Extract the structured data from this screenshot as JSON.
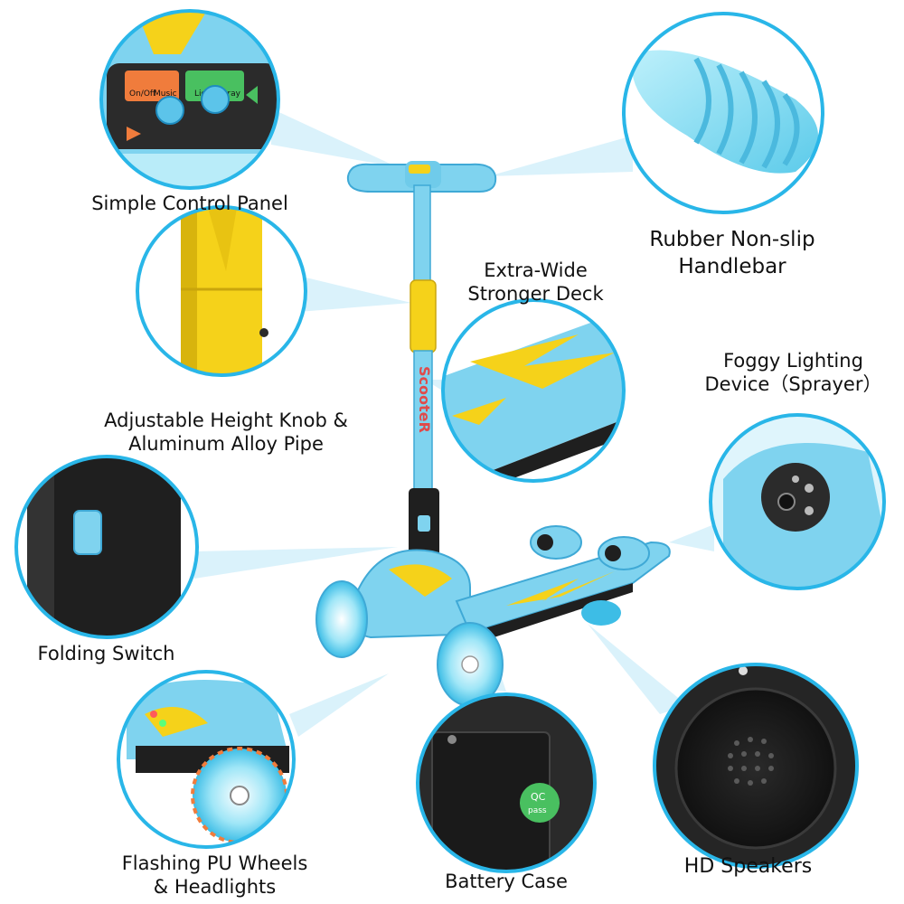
{
  "colors": {
    "circle_border": "#29b6e8",
    "scooter_blue": "#7fd3ef",
    "scooter_blue_dark": "#3fa9d6",
    "accent_yellow": "#f5d21a",
    "dark": "#1f1f1f",
    "beam": "#bfe9f7"
  },
  "labels": {
    "control_panel": "Simple Control Panel",
    "handlebar_1": "Rubber Non-slip",
    "handlebar_2": "Handlebar",
    "deck_1": "Extra-Wide",
    "deck_2": "Stronger Deck",
    "knob_1": "Adjustable Height Knob &",
    "knob_2": "Aluminum Alloy Pipe",
    "foggy_1": "Foggy Lighting",
    "foggy_2": "Device（Sprayer）",
    "folding": "Folding Switch",
    "wheels_1": "Flashing PU Wheels",
    "wheels_2": "& Headlights",
    "battery": "Battery Case",
    "speakers": "HD Speakers"
  },
  "panel": {
    "btn1": "On/Off",
    "btn2": "Music",
    "btn3": "Light",
    "btn4": "Spray"
  },
  "stem_text": "ScooteR",
  "qc": {
    "line1": "QC",
    "line2": "pass"
  }
}
